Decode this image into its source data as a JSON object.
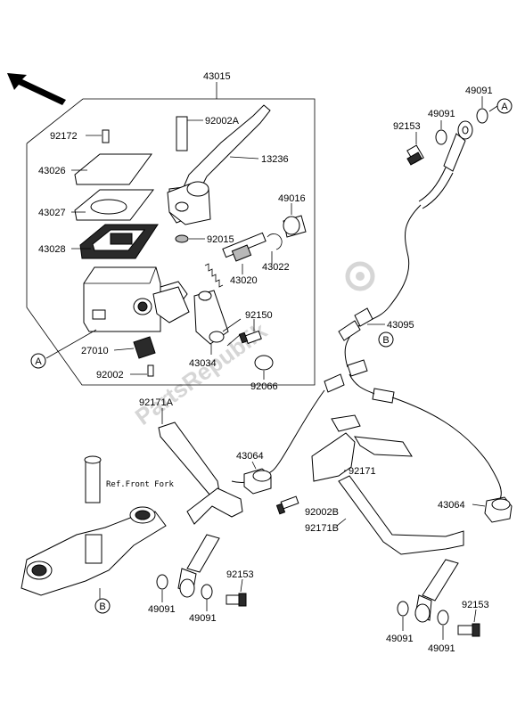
{
  "labels": {
    "p43015": "43015",
    "p92172": "92172",
    "p43026": "43026",
    "p43027": "43027",
    "p43028": "43028",
    "p92002A": "92002A",
    "p13236": "13236",
    "p49016": "49016",
    "p92015": "92015",
    "p43022": "43022",
    "p43020": "43020",
    "p92150": "92150",
    "p27010": "27010",
    "p43034": "43034",
    "p92002": "92002",
    "p92066": "92066",
    "p49091_top1": "49091",
    "p49091_top2": "49091",
    "p92153_top": "92153",
    "p43095": "43095",
    "p92171A": "92171A",
    "p43064_left": "43064",
    "p92171": "92171",
    "p92002B": "92002B",
    "p92171B": "92171B",
    "p43064_right": "43064",
    "p92153_mid": "92153",
    "p49091_bl1": "49091",
    "p49091_bl2": "49091",
    "p92153_br": "92153",
    "p49091_br1": "49091",
    "p49091_br2": "49091"
  },
  "refs": {
    "a_left": "A",
    "a_top": "A",
    "b_mid": "B",
    "b_bottom": "B"
  },
  "ref_front_fork": "Ref.Front Fork",
  "watermark": "PartsRepublik"
}
